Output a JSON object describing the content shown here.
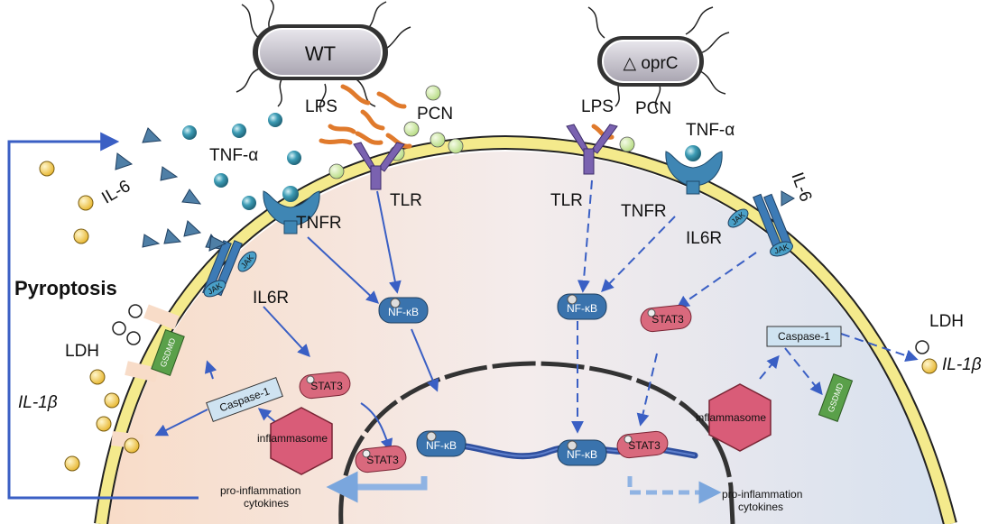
{
  "left": {
    "bacterium": "WT",
    "lps": "LPS",
    "pcn": "PCN",
    "tnf": "TNF-α",
    "il6": "IL-6",
    "tnfr": "TNFR",
    "tlr": "TLR",
    "il6r": "IL6R",
    "jak": "JAK",
    "nfkb": "NF-κB",
    "stat3": "STAT3",
    "caspase": "Caspase-1",
    "gsdmd": "GSDMD",
    "inflammasome": "inflammasome",
    "pyroptosis": "Pyroptosis",
    "ldh": "LDH",
    "il1b": "IL-1β",
    "cytokines_1": "pro-inflammation",
    "cytokines_2": "cytokines"
  },
  "right": {
    "bacterium": "△ oprC",
    "lps": "LPS",
    "pcn": "PCN",
    "tnf": "TNF-α",
    "il6": "IL-6",
    "tnfr": "TNFR",
    "tlr": "TLR",
    "il6r": "IL6R",
    "jak": "JAK",
    "nfkb": "NF-κB",
    "stat3": "STAT3",
    "caspase": "Caspase-1",
    "gsdmd": "GSDMD",
    "inflammasome": "inflammasome",
    "ldh": "LDH",
    "il1b": "IL-1β",
    "cytokines_1": "pro-inflammation",
    "cytokines_2": "cytokines"
  },
  "colors": {
    "membrane": "#f4ea8c",
    "membrane_edge": "#222222",
    "cyto_left": "#f9e4d6",
    "cyto_right": "#dfe6f1",
    "arrow": "#3a5fc4",
    "receptor_blue": "#3f86b4",
    "receptor_purple": "#7a62b0",
    "lps": "#e07a2c",
    "pcn": "#c9e79a",
    "tnf": "#2f8fa7",
    "il6": "#4f7fa6",
    "il1b": "#f1cc4a",
    "stat3": "#d9697d",
    "inflammasome": "#d95c78",
    "gsdmd": "#5aa04a",
    "caspase": "#cfe3f1",
    "nfkb": "#3a73ad",
    "dna": "#2f4f9e"
  }
}
